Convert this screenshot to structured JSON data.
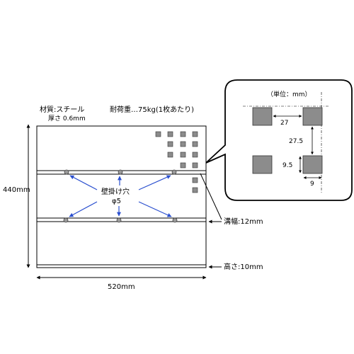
{
  "material": {
    "label": "材質:スチール",
    "thickness": "厚さ 0.6mm"
  },
  "load": "耐荷重…75kg(1枚あたり)",
  "height_dim": "440mm",
  "width_dim": "520mm",
  "hole": {
    "label": "壁掛け穴",
    "diameter": "φ5"
  },
  "groove": "溝幅:12mm",
  "edge_height": "高さ:10mm",
  "detail": {
    "unit": "（単位：mm）",
    "d_horizontal": "27",
    "d_vertical": "27.5",
    "square_height": "9.5",
    "square_width": "9"
  },
  "colors": {
    "accent": "#2a4fcf",
    "square": "#8c8c8c",
    "hole": "#9a9a9a"
  }
}
